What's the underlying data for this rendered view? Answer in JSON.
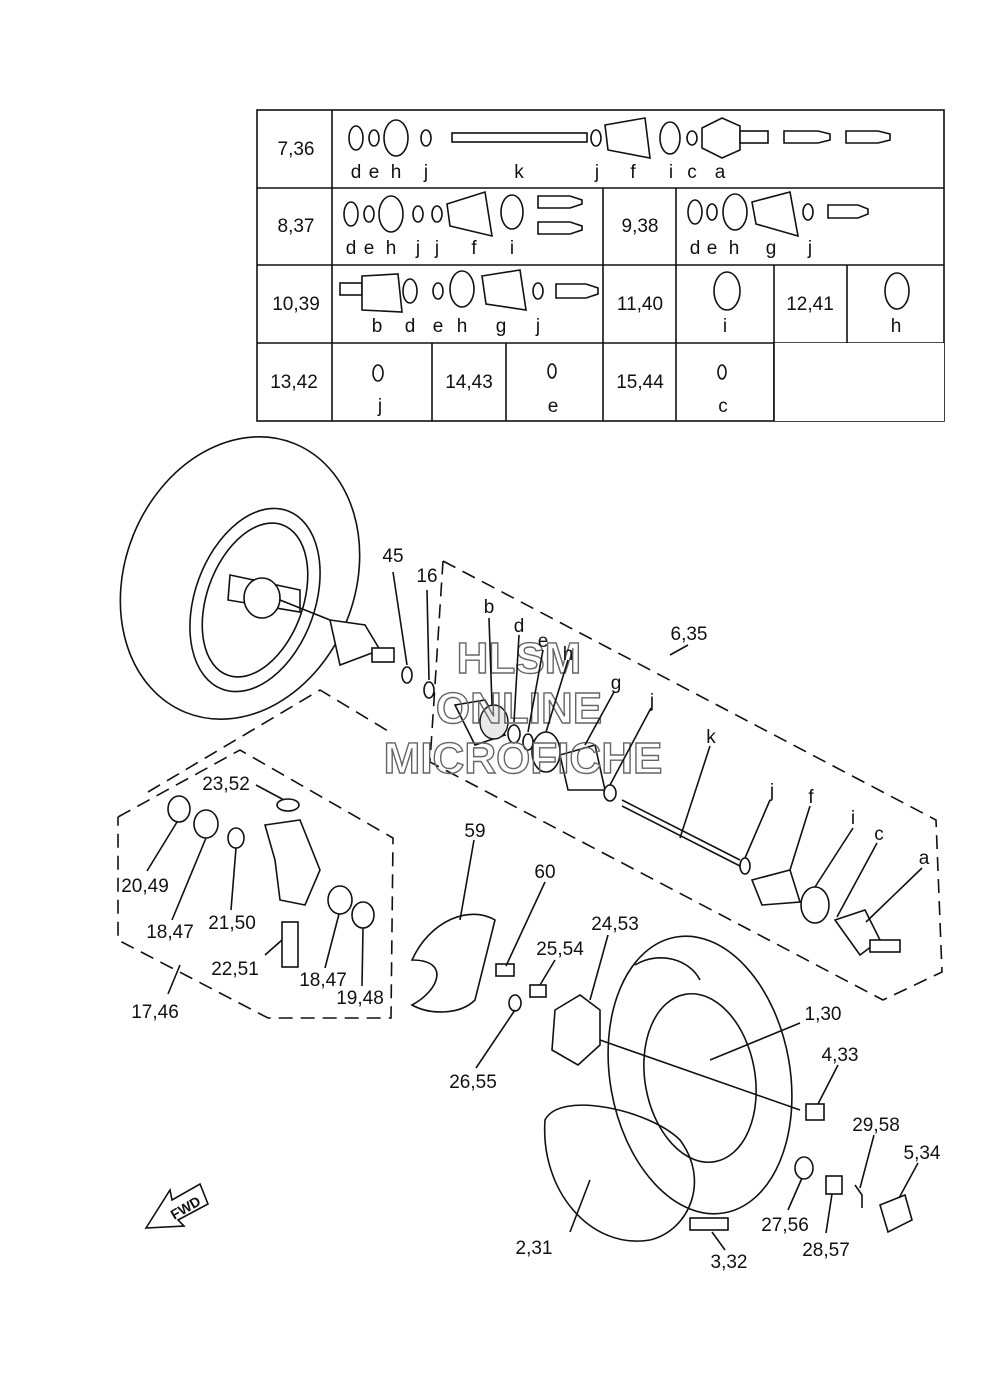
{
  "table": {
    "rows": [
      {
        "id": "7,36",
        "letters": [
          "d",
          "e",
          "h",
          "j",
          "k",
          "j",
          "f",
          "i",
          "c",
          "a"
        ]
      },
      {
        "id": "8,37",
        "letters": [
          "d",
          "e",
          "h",
          "j",
          "j",
          "f",
          "i"
        ]
      },
      {
        "id": "9,38",
        "letters": [
          "d",
          "e",
          "h",
          "g",
          "j"
        ]
      },
      {
        "id": "10,39",
        "letters": [
          "b",
          "d",
          "e",
          "h",
          "g",
          "j"
        ]
      },
      {
        "id": "11,40",
        "letters": [
          "i"
        ]
      },
      {
        "id": "12,41",
        "letters": [
          "h"
        ]
      },
      {
        "id": "13,42",
        "letters": [
          "j"
        ]
      },
      {
        "id": "14,43",
        "letters": [
          "e"
        ]
      },
      {
        "id": "15,44",
        "letters": [
          "c"
        ]
      }
    ]
  },
  "watermark": [
    "HLSM",
    "ONLINE",
    "MICROFICHE"
  ],
  "callouts": {
    "c45": "45",
    "c16": "16",
    "b": "b",
    "d": "d",
    "e": "e",
    "h": "h",
    "g": "g",
    "j1": "j",
    "c6_35": "6,35",
    "k": "k",
    "j2": "j",
    "f": "f",
    "i": "i",
    "c": "c",
    "a": "a",
    "c23_52": "23,52",
    "c59": "59",
    "c60": "60",
    "c24_53": "24,53",
    "c25_54": "25,54",
    "c20_49": "20,49",
    "c18_47a": "18,47",
    "c21_50": "21,50",
    "c22_51": "22,51",
    "c18_47b": "18,47",
    "c19_48": "19,48",
    "c17_46": "17,46",
    "c26_55": "26,55",
    "c1_30": "1,30",
    "c4_33": "4,33",
    "c29_58": "29,58",
    "c5_34": "5,34",
    "c27_56": "27,56",
    "c28_57": "28,57",
    "c2_31": "2,31",
    "c3_32": "3,32"
  },
  "fwd_label": "FWD"
}
